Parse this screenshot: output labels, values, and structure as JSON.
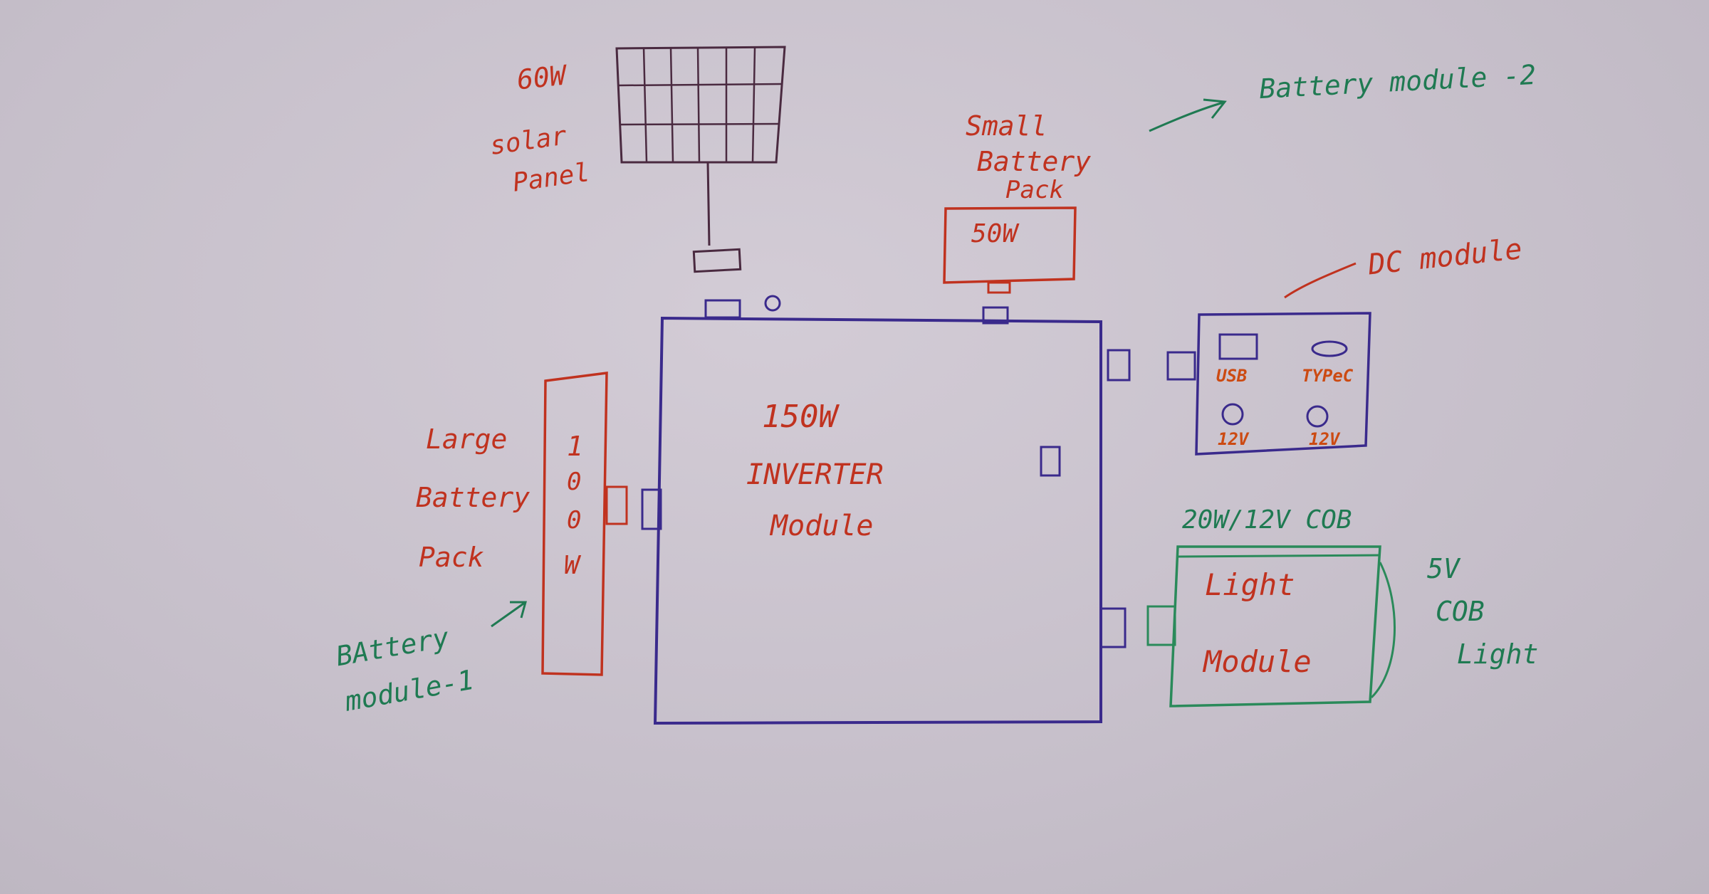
{
  "solar": {
    "line1": "60W",
    "line2": "solar",
    "line3": "Panel"
  },
  "small_battery": {
    "line1": "Small",
    "line2": "Battery",
    "line3": "Pack",
    "rating": "50W"
  },
  "battery_module_2": "Battery module -2",
  "dc_module": {
    "label": "DC module",
    "usb": "USB",
    "typec": "TYPeC",
    "v12a": "12V",
    "v12b": "12V"
  },
  "inverter": {
    "rating": "150W",
    "line2": "INVERTER",
    "line3": "Module"
  },
  "large_battery": {
    "line1": "Large",
    "line2": "Battery",
    "line3": "Pack",
    "rating_chars": [
      "1",
      "0",
      "0",
      "W"
    ]
  },
  "battery_module_1": {
    "line1": "BAttery",
    "line2": "module-1"
  },
  "cob": {
    "header": "20W/12V COB",
    "line1": "Light",
    "line2": "Module",
    "side1": "5V",
    "side2": "COB",
    "side3": "Light"
  },
  "colors": {
    "board": "#c9c2cc",
    "red_ink": "#c0321f",
    "green_ink": "#1f7a52",
    "orange_ink": "#cc4a12",
    "blue_ink": "#3a2a8c",
    "panel_ink": "#4a2a40",
    "box_green": "#2a8a5a"
  }
}
